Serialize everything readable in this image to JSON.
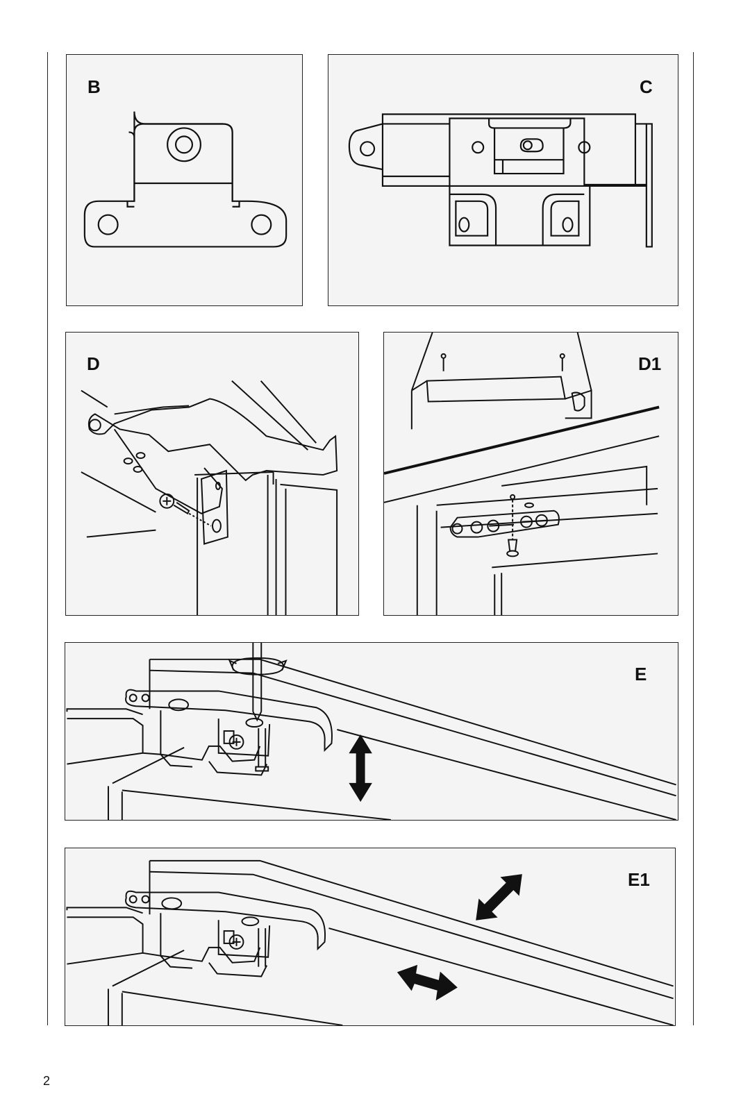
{
  "panels": {
    "b": {
      "label": "B"
    },
    "c": {
      "label": "C"
    },
    "d": {
      "label": "D"
    },
    "d1": {
      "label": "D1"
    },
    "e": {
      "label": "E"
    },
    "e1": {
      "label": "E1"
    }
  },
  "page_number": "2",
  "colors": {
    "line": "#222222",
    "panel_bg": "#f4f4f4",
    "page_bg": "#ffffff"
  },
  "icons": [
    "hinge-bracket-icon",
    "hinge-plate-icon",
    "screw-icon",
    "screwdriver-icon",
    "rotate-arrow-icon",
    "vertical-double-arrow-icon",
    "diagonal-double-arrow-icon",
    "horizontal-double-arrow-icon"
  ]
}
